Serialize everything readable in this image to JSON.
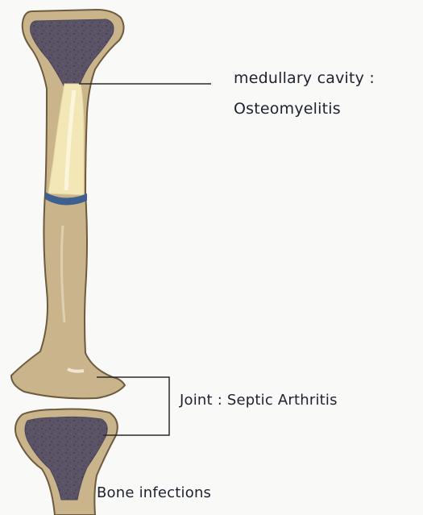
{
  "labels": {
    "medullary": "medullary cavity :",
    "osteomyelitis": "Osteomyelitis",
    "joint": "Joint : Septic Arthritis",
    "title": "Bone infections"
  },
  "colors": {
    "bone_fill": "#c9b48c",
    "bone_outline": "#6e5a3c",
    "marrow": "#5b5566",
    "infected_cavity": "#f3e7b8",
    "band": "#3f5f8f",
    "leader_line": "#2a2a2a",
    "text": "#1e2230"
  }
}
